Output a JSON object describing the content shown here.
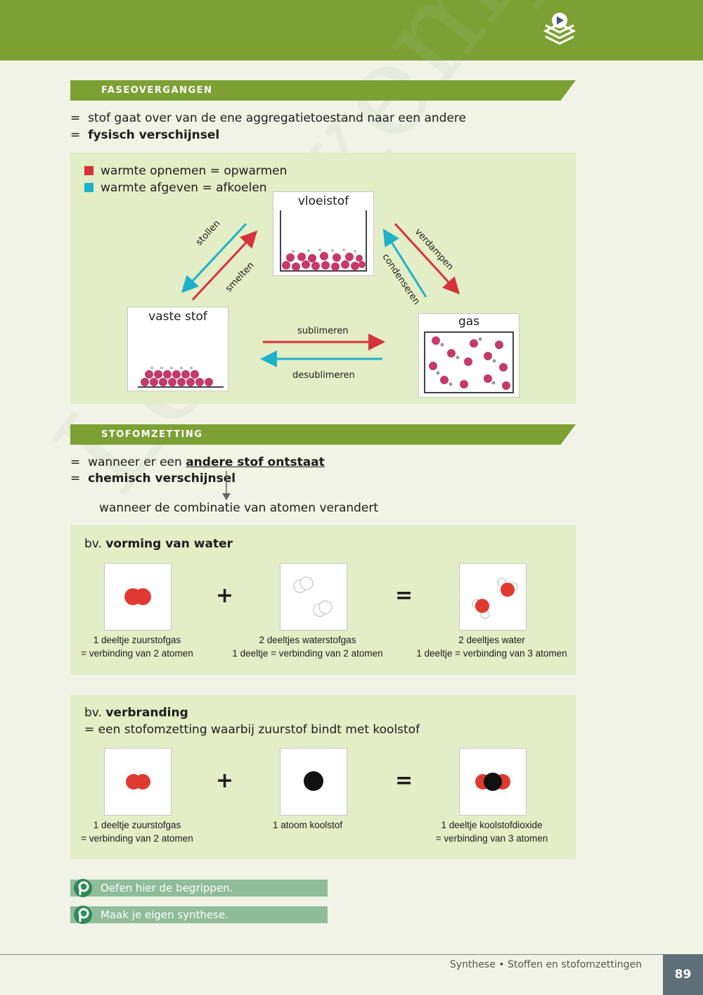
{
  "header": {
    "icon": "layers-play-icon"
  },
  "section1": {
    "title": "FASEOVERGANGEN",
    "line1": "stof gaat over van de ene aggregatietoestand naar een andere",
    "line2": "fysisch verschijnsel",
    "bullet": "=",
    "legend": [
      {
        "label": "warmte opnemen = opwarmen",
        "color": "#d6323c"
      },
      {
        "label": "warmte afgeven = afkoelen",
        "color": "#1fb1c9"
      }
    ],
    "states": {
      "liquid": "vloeistof",
      "solid": "vaste stof",
      "gas": "gas"
    },
    "transitions": {
      "stollen": "stollen",
      "smelten": "smelten",
      "verdampen": "verdampen",
      "condenseren": "condenseren",
      "sublimeren": "sublimeren",
      "desublimeren": "desublimeren"
    },
    "colors": {
      "warm": "#d6323c",
      "cold": "#1fb1c9",
      "particle": "#c43a6b"
    }
  },
  "section2": {
    "title": "STOFOMZETTING",
    "line1_prefix": "wanneer er een ",
    "line1_emph": "andere stof ontstaat",
    "line2": "chemisch verschijnsel",
    "line3": "wanneer de combinatie van atomen verandert",
    "bullet": "="
  },
  "example1": {
    "prefix": "bv. ",
    "title": "vorming van water",
    "plus": "+",
    "equals": "=",
    "captions": [
      [
        "1 deeltje zuurstofgas",
        "= verbinding van 2 atomen"
      ],
      [
        "2 deeltjes waterstofgas",
        "1 deeltje = verbinding van 2 atomen"
      ],
      [
        "2 deeltjes water",
        "1 deeltje = verbinding van 3 atomen"
      ]
    ]
  },
  "example2": {
    "prefix": "bv. ",
    "title": "verbranding",
    "subtitle": "= een stofomzetting waarbij zuurstof bindt met koolstof",
    "plus": "+",
    "equals": "=",
    "captions": [
      [
        "1 deeltje zuurstofgas",
        "= verbinding van 2 atomen"
      ],
      [
        "1 atoom koolstof",
        ""
      ],
      [
        "1 deeltje koolstofdioxide",
        "= verbinding van 3 atomen"
      ]
    ]
  },
  "links": [
    {
      "label": "Oefen hier de begrippen.",
      "icon": "p-icon"
    },
    {
      "label": "Maak je eigen synthese.",
      "icon": "p-icon"
    }
  ],
  "footer": {
    "text": "Synthese • Stoffen en stofomzettingen",
    "page": "89"
  }
}
